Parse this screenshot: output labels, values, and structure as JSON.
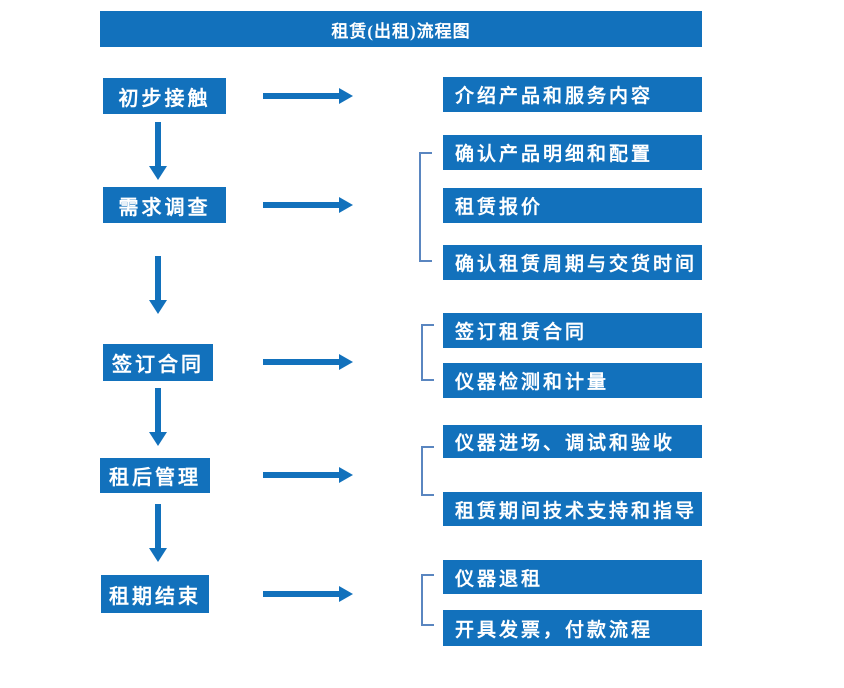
{
  "title": "租赁(出租)流程图",
  "colors": {
    "primary": "#1271bc",
    "bracket": "#5a86c0",
    "box_text": "#ffffff"
  },
  "steps": [
    {
      "label": "初步接触",
      "details": [
        "介绍产品和服务内容"
      ]
    },
    {
      "label": "需求调查",
      "details": [
        "确认产品明细和配置",
        "租赁报价",
        "确认租赁周期与交货时间"
      ]
    },
    {
      "label": "签订合同",
      "details": [
        "签订租赁合同",
        "仪器检测和计量"
      ]
    },
    {
      "label": "租后管理",
      "details": [
        "仪器进场、调试和验收",
        "租赁期间技术支持和指导"
      ]
    },
    {
      "label": "租期结束",
      "details": [
        "仪器退租",
        "开具发票，付款流程"
      ]
    }
  ]
}
